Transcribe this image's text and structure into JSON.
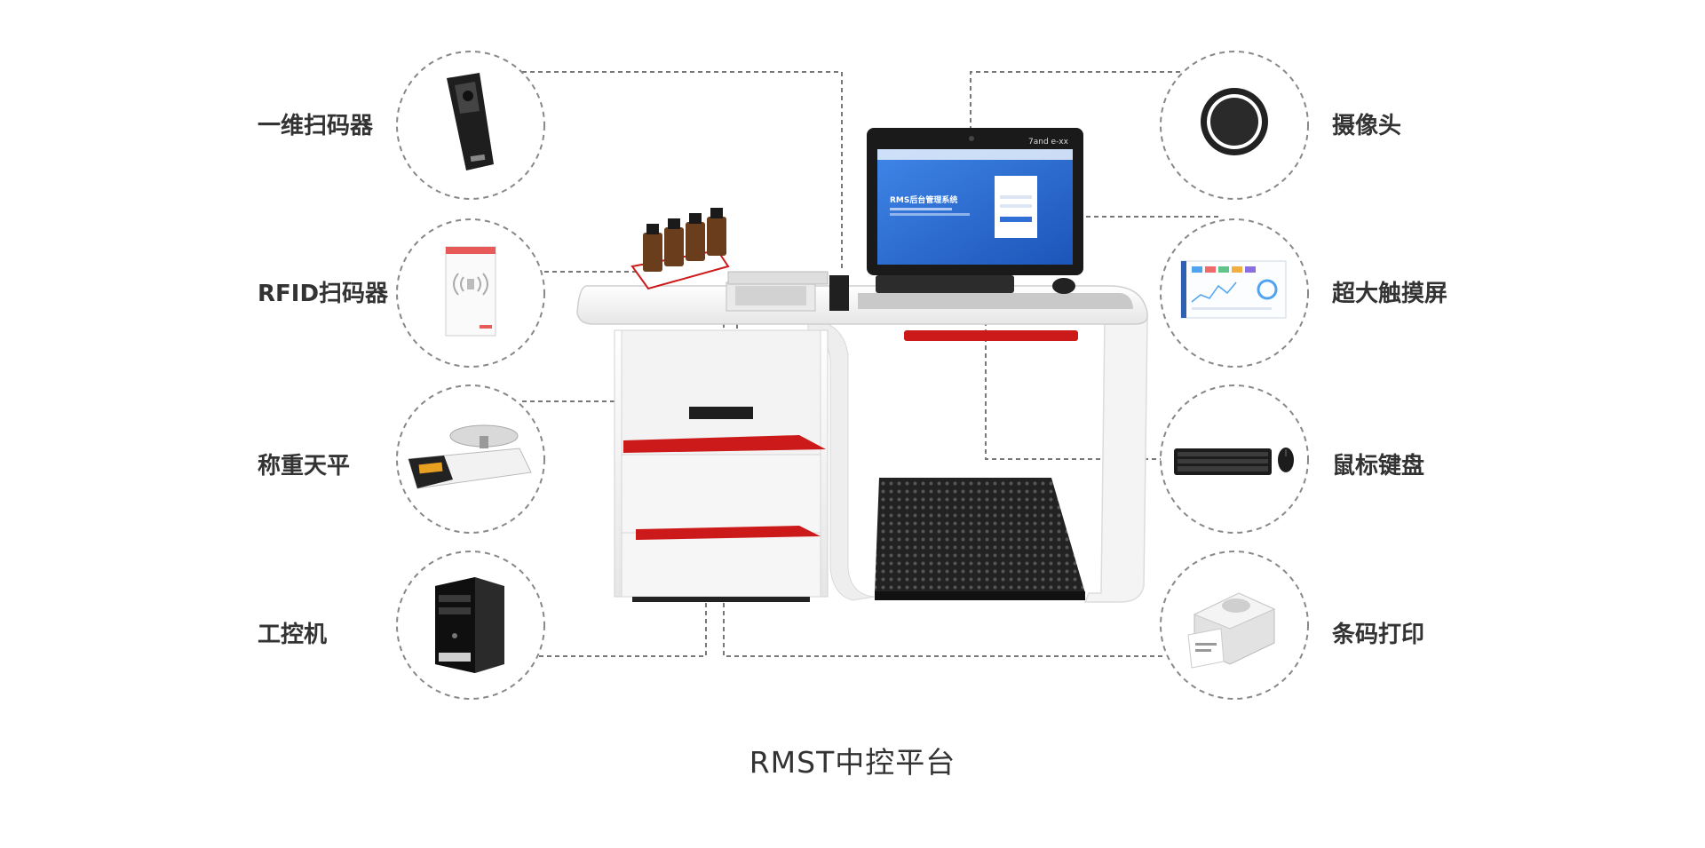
{
  "components": {
    "barcode_scanner_1d": "一维扫码器",
    "rfid_scanner": "RFID扫码器",
    "balance": "称重天平",
    "industrial_pc": "工控机",
    "camera": "摄像头",
    "touchscreen": "超大触摸屏",
    "mouse_keyboard": "鼠标键盘",
    "barcode_printer": "条码打印"
  },
  "screen": {
    "brand": "7and e-xx",
    "app_title": "RMS后台管理系统"
  },
  "caption": "RMST中控平台",
  "colors": {
    "accent_red": "#cc1a1a",
    "line_gray": "#777777",
    "screen_blue": "#2f6fd6"
  }
}
